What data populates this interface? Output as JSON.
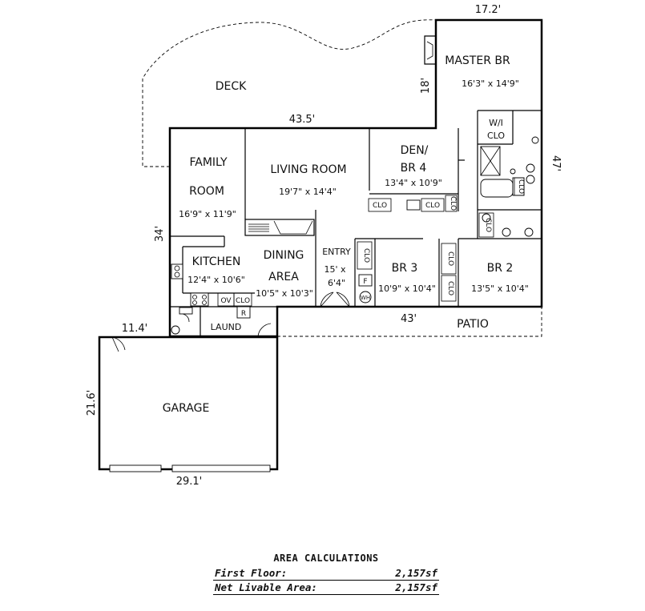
{
  "rooms": {
    "deck": {
      "name": "DECK"
    },
    "master": {
      "name": "MASTER BR",
      "size": "16'3\" x 14'9\""
    },
    "family": {
      "name1": "FAMILY",
      "name2": "ROOM",
      "size": "16'9\" x 11'9\""
    },
    "living": {
      "name": "LIVING ROOM",
      "size": "19'7\" x 14'4\""
    },
    "den": {
      "name1": "DEN/",
      "name2": "BR 4",
      "size": "13'4\" x 10'9\""
    },
    "kitchen": {
      "name": "KITCHEN",
      "size": "12'4\" x 10'6\""
    },
    "dining": {
      "name1": "DINING",
      "name2": "AREA",
      "size": "10'5\" x 10'3\""
    },
    "entry": {
      "name": "ENTRY",
      "size1": "15' x",
      "size2": "6'4\""
    },
    "br3": {
      "name": "BR 3",
      "size": "10'9\" x 10'4\""
    },
    "br2": {
      "name": "BR 2",
      "size": "13'5\" x 10'4\""
    },
    "laund": {
      "name": "LAUND"
    },
    "patio": {
      "name": "PATIO"
    },
    "garage": {
      "name": "GARAGE"
    },
    "wic": {
      "line1": "W/I",
      "line2": "CLO"
    }
  },
  "fixtures": {
    "clo": "CLO",
    "ov": "OV",
    "r": "R",
    "f": "F",
    "wh": "WH"
  },
  "dimensions": {
    "d17_2": "17.2'",
    "d18": "18'",
    "d43_5": "43.5'",
    "d47": "47'",
    "d34": "34'",
    "d11_4": "11.4'",
    "d43": "43'",
    "d21_6": "21.6'",
    "d29_1": "29.1'"
  },
  "area_calculations": {
    "title": "AREA CALCULATIONS",
    "rows": [
      {
        "label": "First  Floor:",
        "value": "2,157sf"
      },
      {
        "label": "Net Livable Area:",
        "value": "2,157sf"
      }
    ]
  }
}
